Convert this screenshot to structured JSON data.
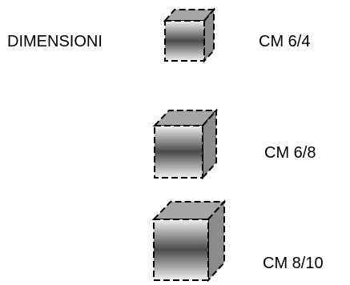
{
  "title": "DIMENSIONI",
  "sizes": [
    {
      "label": "CM 6/4"
    },
    {
      "label": "CM 6/8"
    },
    {
      "label": "CM 8/10"
    }
  ],
  "colors": {
    "face_dark": "#4a4a4a",
    "face_light": "#f2f2f2",
    "side": "#8c8c8c",
    "top": "#a6a6a6",
    "outline": "#000000"
  }
}
